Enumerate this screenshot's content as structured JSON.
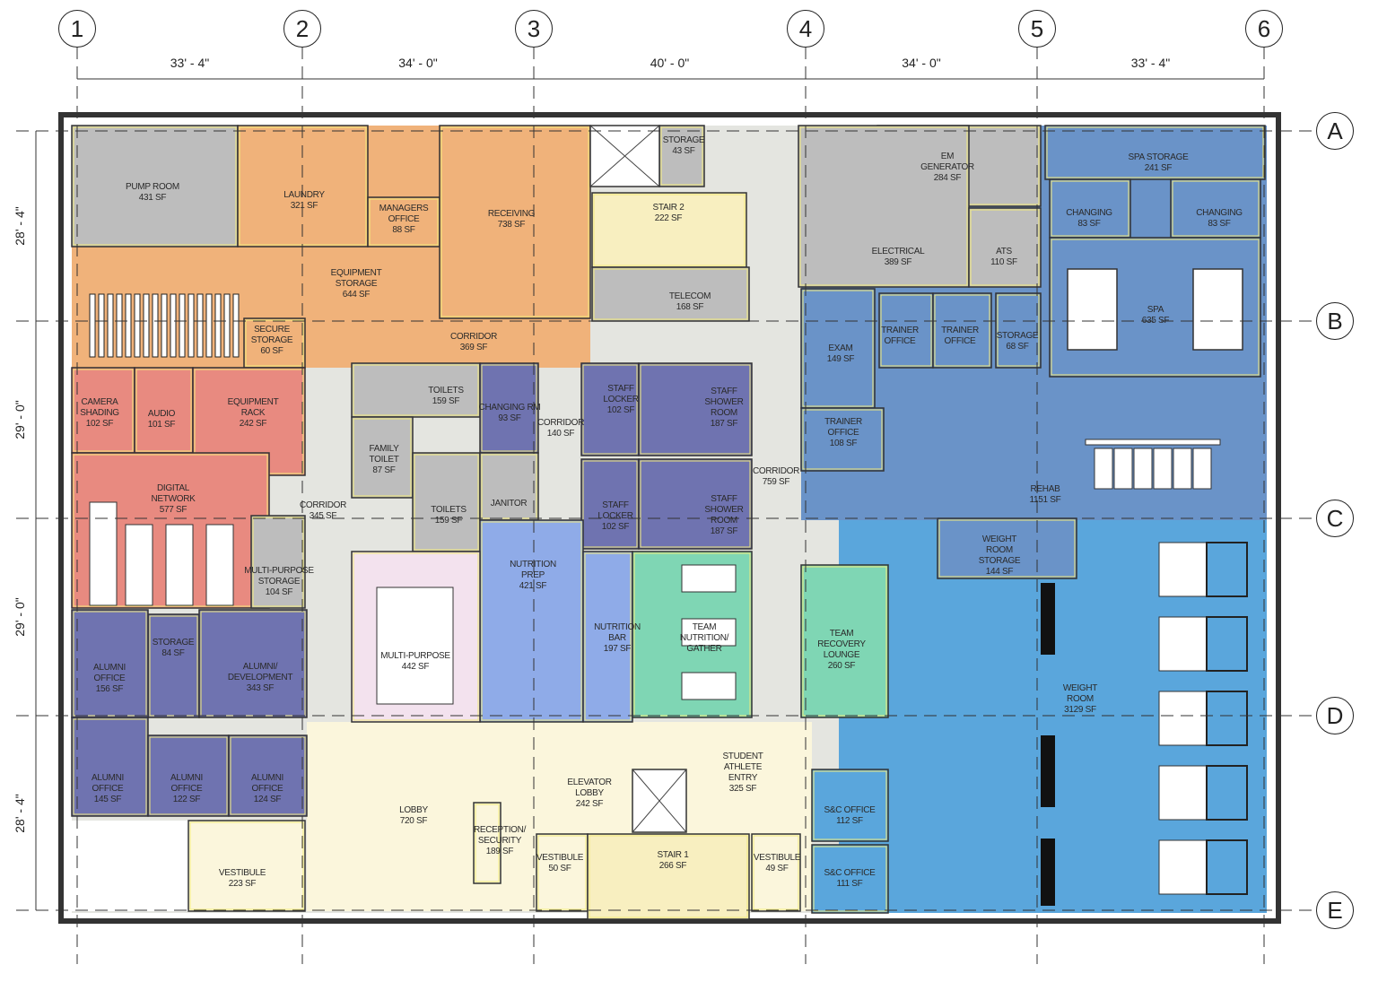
{
  "colors": {
    "service": "#bdbdbd",
    "support": "#f0b27a",
    "media": "#e88a80",
    "admin": "#6f73b0",
    "public": "#fbf6dc",
    "corridor": "#e4e5e0",
    "multipurpose": "#f3e2ee",
    "nutrition": "#8fabe8",
    "lounge": "#7fd6b4",
    "medical": "#6a93c8",
    "weight": "#5aa6dc",
    "stair": "#f8efc0",
    "wall": "#f2ea7a"
  },
  "grid": {
    "columns": [
      "1",
      "2",
      "3",
      "4",
      "5",
      "6"
    ],
    "rows": [
      "A",
      "B",
      "C",
      "D",
      "E"
    ],
    "column_spacing": [
      "33' - 4\"",
      "34' - 0\"",
      "40' - 0\"",
      "34' - 0\"",
      "33' - 4\""
    ],
    "row_spacing": [
      "28' - 4\"",
      "29' - 0\"",
      "29' - 0\"",
      "28' - 4\""
    ]
  },
  "rooms": [
    {
      "id": "pump",
      "lines": [
        "PUMP ROOM"
      ],
      "area": "431 SF",
      "color": "service"
    },
    {
      "id": "laundry",
      "lines": [
        "LAUNDRY"
      ],
      "area": "321 SF",
      "color": "support"
    },
    {
      "id": "managers",
      "lines": [
        "MANAGERS",
        "OFFICE"
      ],
      "area": "88 SF",
      "color": "support"
    },
    {
      "id": "receiving",
      "lines": [
        "RECEIVING"
      ],
      "area": "738 SF",
      "color": "support"
    },
    {
      "id": "equipstor",
      "lines": [
        "EQUIPMENT",
        "STORAGE"
      ],
      "area": "644 SF",
      "color": "support"
    },
    {
      "id": "secure",
      "lines": [
        "SECURE",
        "STORAGE"
      ],
      "area": "60 SF",
      "color": "support"
    },
    {
      "id": "storage43",
      "lines": [
        "STORAGE"
      ],
      "area": "43 SF",
      "color": "service"
    },
    {
      "id": "stair2",
      "lines": [
        "STAIR 2"
      ],
      "area": "222 SF",
      "color": "stair"
    },
    {
      "id": "telecom",
      "lines": [
        "TELECOM"
      ],
      "area": "168 SF",
      "color": "service"
    },
    {
      "id": "corr369",
      "lines": [
        "CORRIDOR"
      ],
      "area": "369 SF",
      "color": "corridor"
    },
    {
      "id": "emgen",
      "lines": [
        "EM",
        "GENERATOR"
      ],
      "area": "284 SF",
      "color": "service"
    },
    {
      "id": "electrical",
      "lines": [
        "ELECTRICAL"
      ],
      "area": "389 SF",
      "color": "service"
    },
    {
      "id": "ats",
      "lines": [
        "ATS"
      ],
      "area": "110 SF",
      "color": "service"
    },
    {
      "id": "spastor",
      "lines": [
        "SPA STORAGE"
      ],
      "area": "241 SF",
      "color": "medical"
    },
    {
      "id": "changing1",
      "lines": [
        "CHANGING"
      ],
      "area": "83 SF",
      "color": "medical"
    },
    {
      "id": "changing2",
      "lines": [
        "CHANGING"
      ],
      "area": "83 SF",
      "color": "medical"
    },
    {
      "id": "spa",
      "lines": [
        "SPA"
      ],
      "area": "635 SF",
      "color": "medical"
    },
    {
      "id": "exam",
      "lines": [
        "EXAM"
      ],
      "area": "149 SF",
      "color": "medical"
    },
    {
      "id": "trainer1",
      "lines": [
        "TRAINER",
        "OFFICE"
      ],
      "area": "",
      "color": "medical"
    },
    {
      "id": "trainer2",
      "lines": [
        "TRAINER",
        "OFFICE"
      ],
      "area": "",
      "color": "medical"
    },
    {
      "id": "storage68",
      "lines": [
        "STORAGE"
      ],
      "area": "68 SF",
      "color": "medical"
    },
    {
      "id": "camera",
      "lines": [
        "CAMERA",
        "SHADING"
      ],
      "area": "102 SF",
      "color": "media"
    },
    {
      "id": "audio",
      "lines": [
        "AUDIO"
      ],
      "area": "101 SF",
      "color": "media"
    },
    {
      "id": "rack",
      "lines": [
        "EQUIPMENT",
        "RACK"
      ],
      "area": "242 SF",
      "color": "media"
    },
    {
      "id": "digital",
      "lines": [
        "DIGITAL",
        "NETWORK"
      ],
      "area": "577 SF",
      "color": "media"
    },
    {
      "id": "toilets1",
      "lines": [
        "TOILETS"
      ],
      "area": "159 SF",
      "color": "service"
    },
    {
      "id": "changingrm",
      "lines": [
        "CHANGING RM"
      ],
      "area": "93 SF",
      "color": "admin"
    },
    {
      "id": "corr140",
      "lines": [
        "CORRIDOR"
      ],
      "area": "140 SF",
      "color": "corridor"
    },
    {
      "id": "locker1",
      "lines": [
        "STAFF",
        "LOCKER"
      ],
      "area": "102 SF",
      "color": "admin"
    },
    {
      "id": "shower1",
      "lines": [
        "STAFF",
        "SHOWER",
        "ROOM"
      ],
      "area": "187 SF",
      "color": "admin"
    },
    {
      "id": "family",
      "lines": [
        "FAMILY",
        "TOILET"
      ],
      "area": "87 SF",
      "color": "service"
    },
    {
      "id": "toilets2",
      "lines": [
        "TOILETS"
      ],
      "area": "159 SF",
      "color": "service"
    },
    {
      "id": "janitor",
      "lines": [
        "JANITOR"
      ],
      "area": "",
      "color": "service"
    },
    {
      "id": "corr345",
      "lines": [
        "CORRIDOR"
      ],
      "area": "345 SF",
      "color": "corridor"
    },
    {
      "id": "corr759",
      "lines": [
        "CORRIDOR"
      ],
      "area": "759 SF",
      "color": "corridor"
    },
    {
      "id": "trainer108",
      "lines": [
        "TRAINER",
        "OFFICE"
      ],
      "area": "108 SF",
      "color": "medical"
    },
    {
      "id": "rehab",
      "lines": [
        "REHAB"
      ],
      "area": "1151 SF",
      "color": "medical"
    },
    {
      "id": "locker2",
      "lines": [
        "STAFF",
        "LOCKER"
      ],
      "area": "102 SF",
      "color": "admin"
    },
    {
      "id": "shower2",
      "lines": [
        "STAFF",
        "SHOWER",
        "ROOM"
      ],
      "area": "187 SF",
      "color": "admin"
    },
    {
      "id": "mpstor",
      "lines": [
        "MULTI-PURPOSE",
        "STORAGE"
      ],
      "area": "104 SF",
      "color": "service"
    },
    {
      "id": "nutprep",
      "lines": [
        "NUTRITION",
        "PREP"
      ],
      "area": "421 SF",
      "color": "nutrition"
    },
    {
      "id": "nutbar",
      "lines": [
        "NUTRITION",
        "BAR"
      ],
      "area": "197 SF",
      "color": "nutrition"
    },
    {
      "id": "gather",
      "lines": [
        "TEAM",
        "NUTRITION/",
        "GATHER"
      ],
      "area": "",
      "color": "lounge"
    },
    {
      "id": "wrstor",
      "lines": [
        "WEIGHT",
        "ROOM",
        "STORAGE"
      ],
      "area": "144 SF",
      "color": "medical"
    },
    {
      "id": "lounge",
      "lines": [
        "TEAM",
        "RECOVERY",
        "LOUNGE"
      ],
      "area": "260 SF",
      "color": "lounge"
    },
    {
      "id": "multipurpose",
      "lines": [
        "MULTI-PURPOSE"
      ],
      "area": "442 SF",
      "color": "multipurpose"
    },
    {
      "id": "storage84",
      "lines": [
        "STORAGE"
      ],
      "area": "84 SF",
      "color": "admin"
    },
    {
      "id": "alumni156",
      "lines": [
        "ALUMNI",
        "OFFICE"
      ],
      "area": "156 SF",
      "color": "admin"
    },
    {
      "id": "alumnidev",
      "lines": [
        "ALUMNI/",
        "DEVELOPMENT"
      ],
      "area": "343 SF",
      "color": "admin"
    },
    {
      "id": "weight",
      "lines": [
        "WEIGHT",
        "ROOM"
      ],
      "area": "3129 SF",
      "color": "weight"
    },
    {
      "id": "alumni145",
      "lines": [
        "ALUMNI",
        "OFFICE"
      ],
      "area": "145 SF",
      "color": "admin"
    },
    {
      "id": "alumni122",
      "lines": [
        "ALUMNI",
        "OFFICE"
      ],
      "area": "122 SF",
      "color": "admin"
    },
    {
      "id": "alumni124",
      "lines": [
        "ALUMNI",
        "OFFICE"
      ],
      "area": "124 SF",
      "color": "admin"
    },
    {
      "id": "athlete",
      "lines": [
        "STUDENT",
        "ATHLETE",
        "ENTRY"
      ],
      "area": "325 SF",
      "color": "public"
    },
    {
      "id": "elevlobby",
      "lines": [
        "ELEVATOR",
        "LOBBY"
      ],
      "area": "242 SF",
      "color": "public"
    },
    {
      "id": "sc112",
      "lines": [
        "S&C OFFICE"
      ],
      "area": "112 SF",
      "color": "weight"
    },
    {
      "id": "lobby",
      "lines": [
        "LOBBY"
      ],
      "area": "720 SF",
      "color": "public"
    },
    {
      "id": "reception",
      "lines": [
        "RECEPTION/",
        "SECURITY"
      ],
      "area": "189 SF",
      "color": "public"
    },
    {
      "id": "vest223",
      "lines": [
        "VESTIBULE"
      ],
      "area": "223 SF",
      "color": "public"
    },
    {
      "id": "vest50",
      "lines": [
        "VESTIBULE"
      ],
      "area": "50 SF",
      "color": "public"
    },
    {
      "id": "stair1",
      "lines": [
        "STAIR 1"
      ],
      "area": "266 SF",
      "color": "stair"
    },
    {
      "id": "vest49",
      "lines": [
        "VESTIBULE"
      ],
      "area": "49 SF",
      "color": "public"
    },
    {
      "id": "sc111",
      "lines": [
        "S&C OFFICE"
      ],
      "area": "111 SF",
      "color": "weight"
    }
  ]
}
